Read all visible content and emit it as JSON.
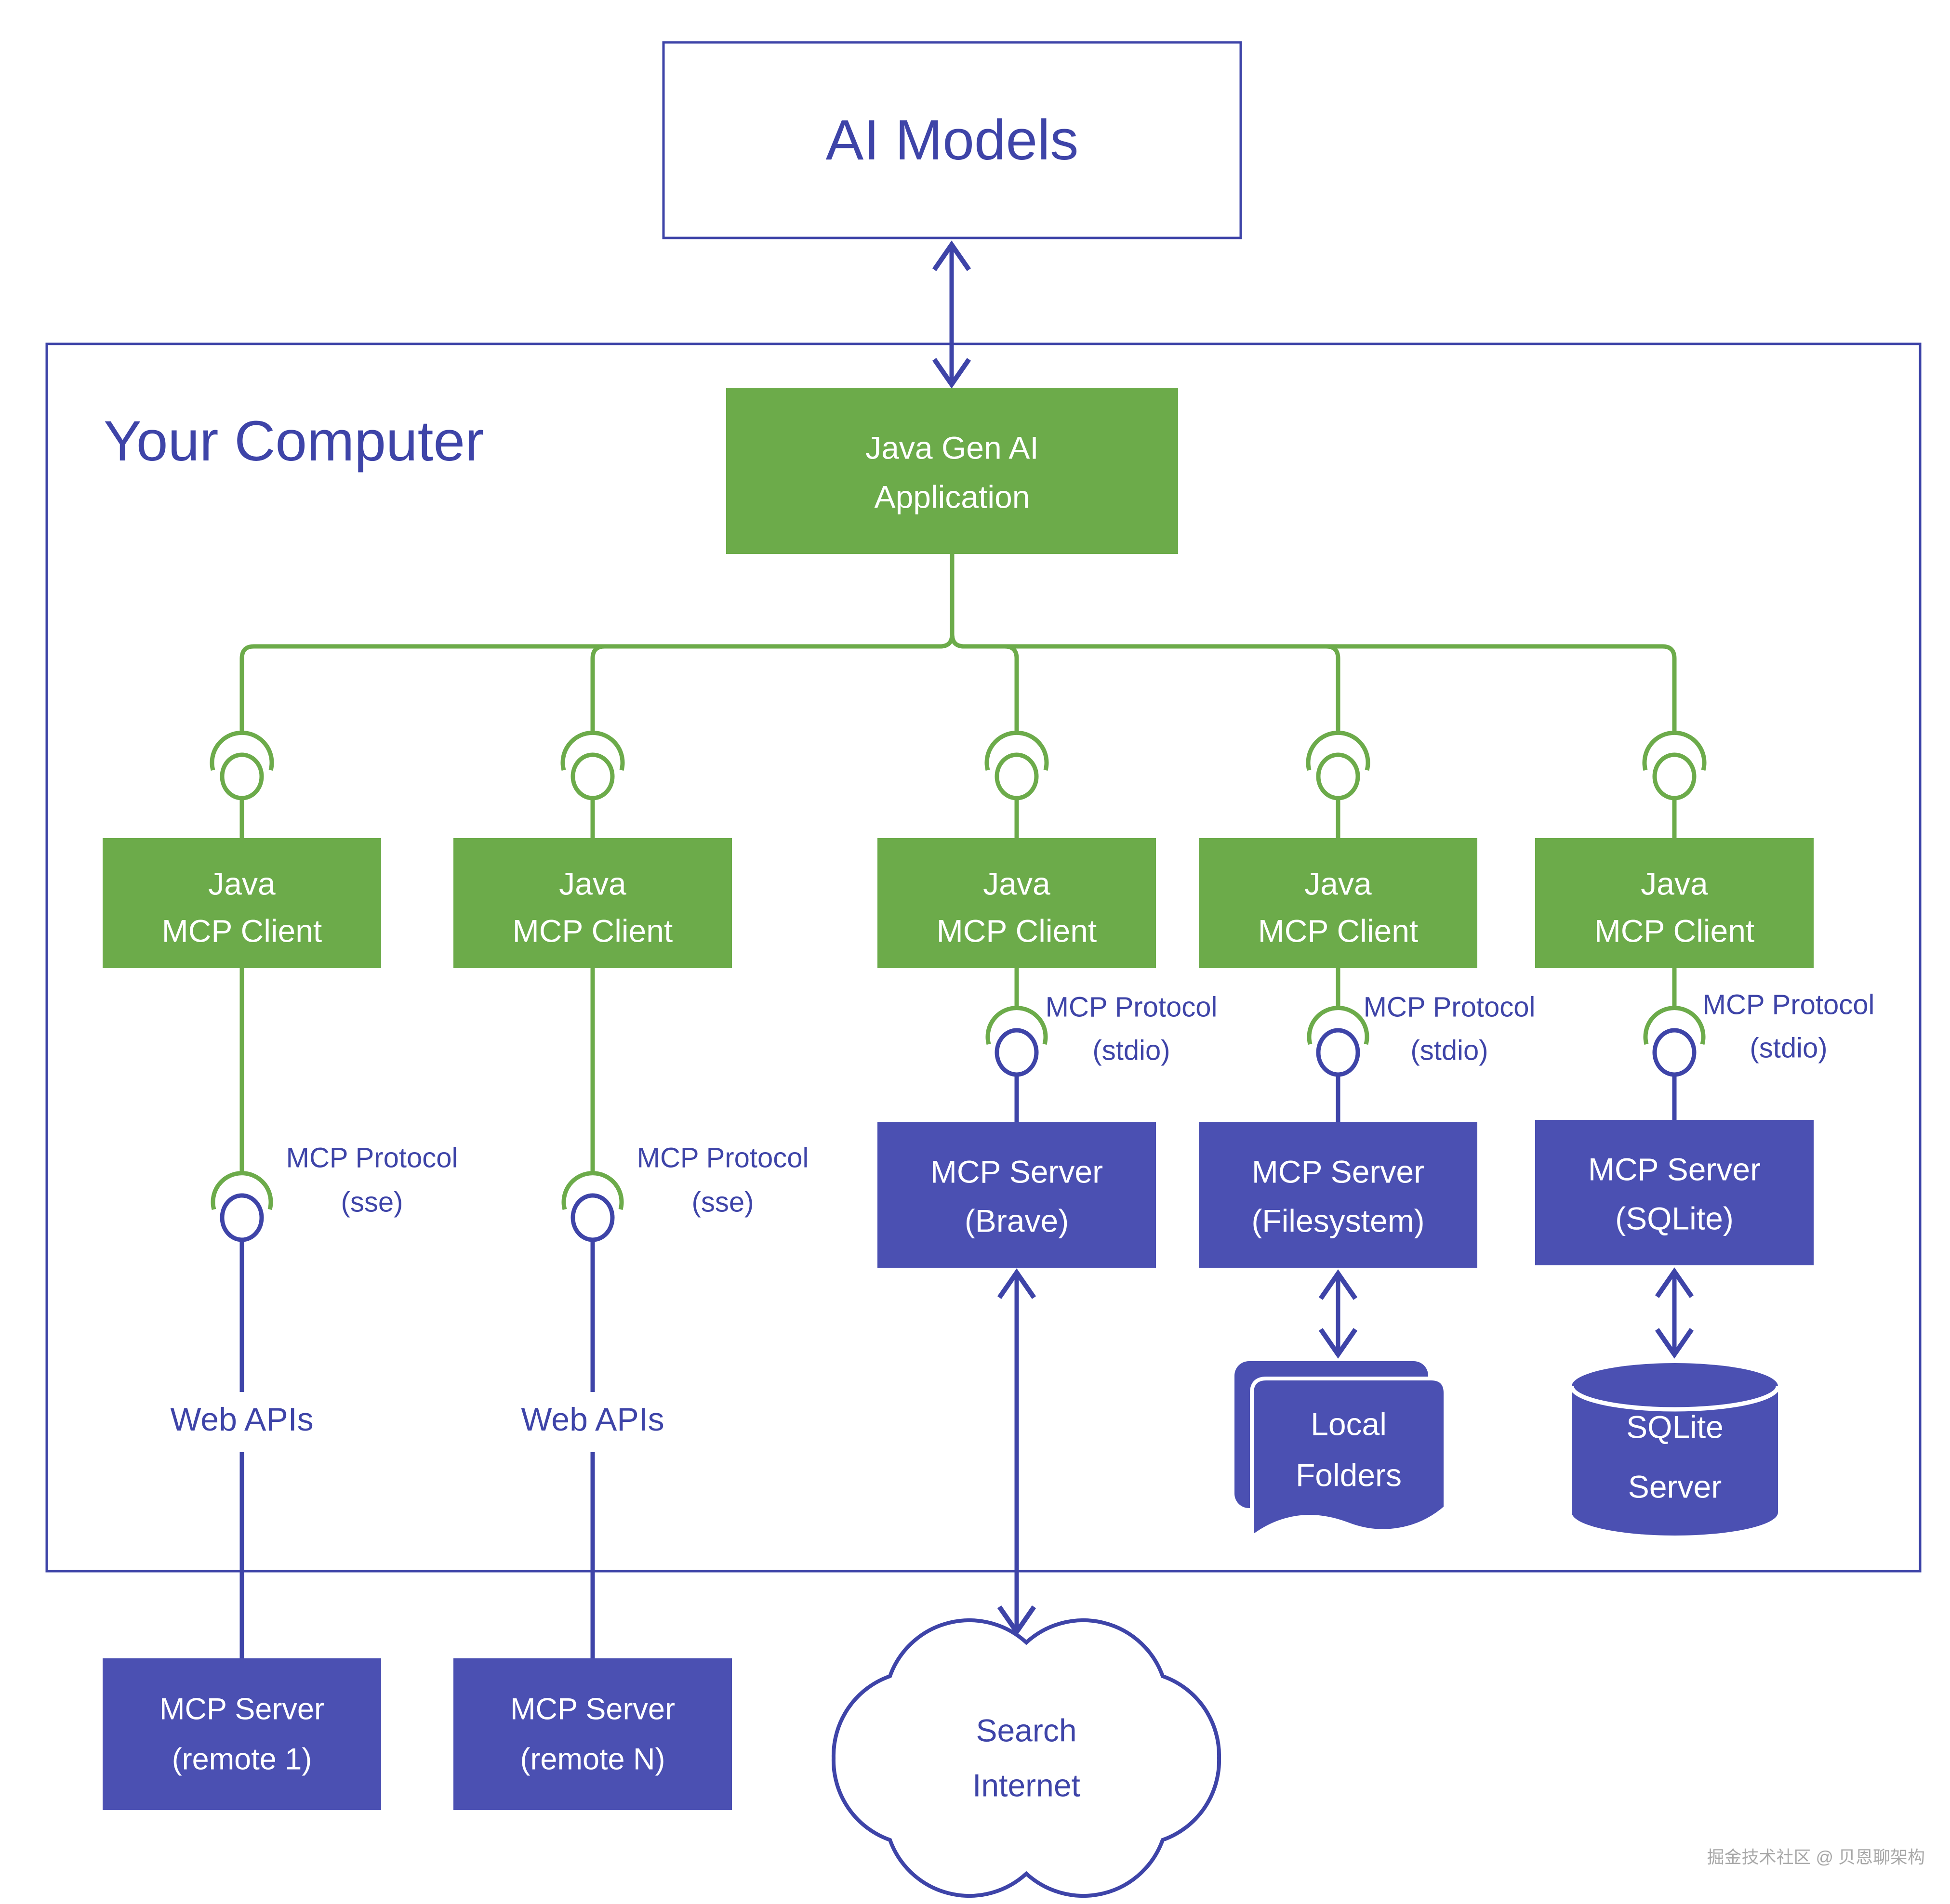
{
  "colors": {
    "green": "#6cab4a",
    "indigo_line": "#3e44a8",
    "indigo_box": "#4b50b2",
    "watermark_gray": "#a8a8a8",
    "background": "#ffffff"
  },
  "icons": {
    "mcp_interface_icon": "arc-over-circle socket",
    "local_folders_icon": "stacked-documents",
    "sqlite_store_icon": "database-cylinder",
    "search_internet_icon": "cloud"
  },
  "ai_models_box": {
    "label": "AI Models"
  },
  "your_computer_box": {
    "label": "Your Computer"
  },
  "gen_ai_app_box": {
    "line1": "Java Gen AI",
    "line2": "Application"
  },
  "mcp_clients": [
    {
      "line1": "Java",
      "line2": "MCP Client"
    },
    {
      "line1": "Java",
      "line2": "MCP Client"
    },
    {
      "line1": "Java",
      "line2": "MCP Client"
    },
    {
      "line1": "Java",
      "line2": "MCP Client"
    },
    {
      "line1": "Java",
      "line2": "MCP Client"
    }
  ],
  "protocol_labels": [
    {
      "line1": "MCP Protocol",
      "line2": "(sse)"
    },
    {
      "line1": "MCP Protocol",
      "line2": "(sse)"
    },
    {
      "line1": "MCP Protocol",
      "line2": "(stdio)"
    },
    {
      "line1": "MCP Protocol",
      "line2": "(stdio)"
    },
    {
      "line1": "MCP Protocol",
      "line2": "(stdio)"
    }
  ],
  "web_api_labels": [
    {
      "label": "Web APIs"
    },
    {
      "label": "Web APIs"
    }
  ],
  "mcp_servers": [
    {
      "line1": "MCP Server",
      "line2": "(Brave)"
    },
    {
      "line1": "MCP Server",
      "line2": "(Filesystem)"
    },
    {
      "line1": "MCP Server",
      "line2": "(SQLite)"
    }
  ],
  "local_folders": {
    "line1": "Local",
    "line2": "Folders"
  },
  "sqlite_store": {
    "line1": "SQLite",
    "line2": "Server"
  },
  "remote_servers": [
    {
      "line1": "MCP Server",
      "line2": "(remote 1)"
    },
    {
      "line1": "MCP Server",
      "line2": "(remote N)"
    }
  ],
  "search_cloud": {
    "line1": "Search",
    "line2": "Internet"
  },
  "watermark": {
    "label": "掘金技术社区 @ 贝恩聊架构"
  }
}
